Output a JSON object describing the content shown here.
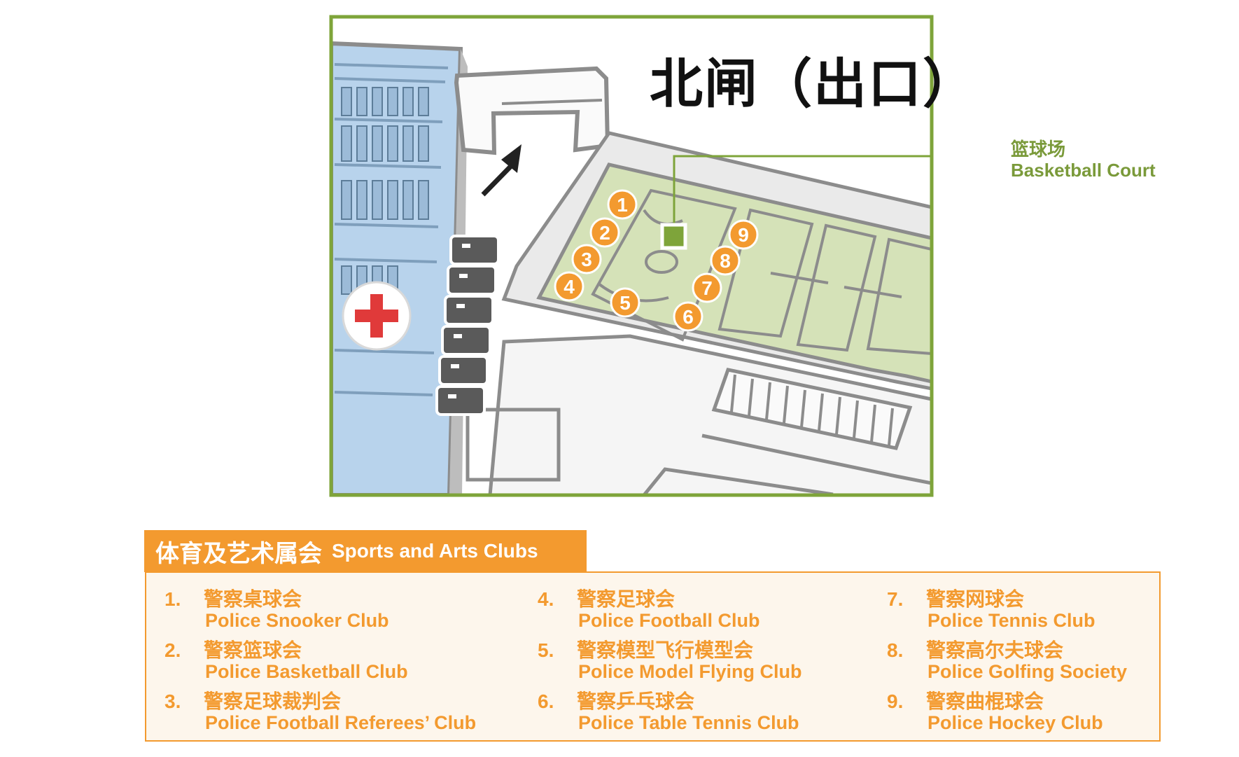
{
  "map": {
    "title": "北闸（出口）",
    "court_label_zh": "篮球场",
    "court_label_en": "Basketball Court",
    "court_markers": [
      "1",
      "2",
      "3",
      "4",
      "5",
      "6",
      "7",
      "8",
      "9"
    ],
    "icons": [
      "exit-arrow-icon",
      "first-aid-cross-icon",
      "vending-machine-icon"
    ],
    "colors": {
      "frame": "#7ea43a",
      "court": "#d5e2b8",
      "marker": "#f39a2f",
      "building": "#b8d3ec",
      "first_aid": "#e03a3a"
    }
  },
  "legend": {
    "title_zh": "体育及艺术属会",
    "title_en": "Sports and Arts Clubs",
    "clubs": [
      {
        "num": "1.",
        "zh": "警察桌球会",
        "en": "Police Snooker Club"
      },
      {
        "num": "2.",
        "zh": "警察篮球会",
        "en": "Police Basketball Club"
      },
      {
        "num": "3.",
        "zh": "警察足球裁判会",
        "en": "Police Football Referees’ Club"
      },
      {
        "num": "4.",
        "zh": "警察足球会",
        "en": "Police Football Club"
      },
      {
        "num": "5.",
        "zh": "警察模型飞行模型会",
        "en": "Police Model Flying Club"
      },
      {
        "num": "6.",
        "zh": "警察乒乓球会",
        "en": "Police Table Tennis Club"
      },
      {
        "num": "7.",
        "zh": "警察网球会",
        "en": "Police Tennis Club"
      },
      {
        "num": "8.",
        "zh": "警察高尔夫球会",
        "en": "Police Golfing Society"
      },
      {
        "num": "9.",
        "zh": "警察曲棍球会",
        "en": "Police Hockey Club"
      }
    ]
  }
}
